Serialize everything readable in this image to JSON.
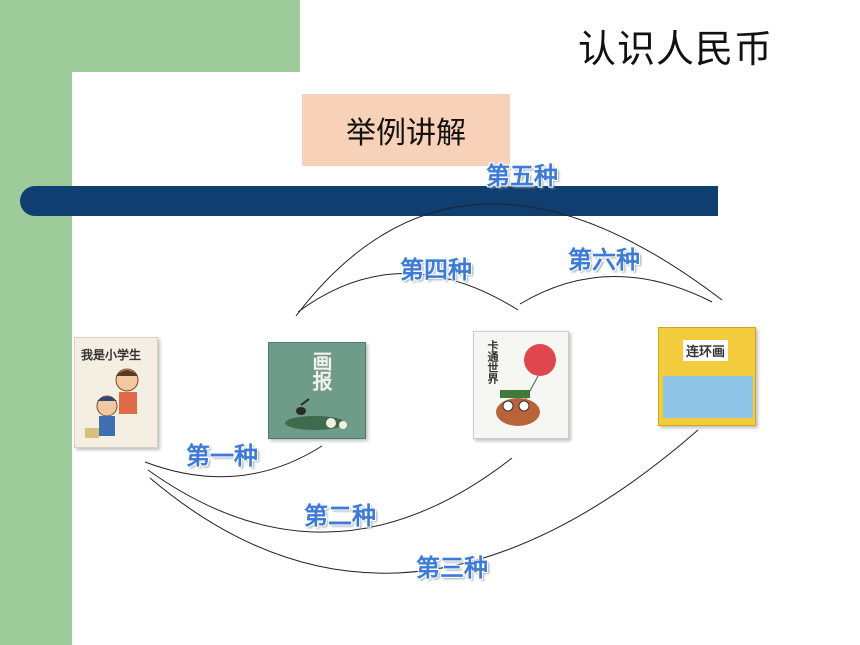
{
  "header": {
    "title": "认识人民币"
  },
  "section": {
    "label": "举例讲解"
  },
  "books": [
    {
      "title": "我是小学生",
      "icon": "children-illustration"
    },
    {
      "title": "画报",
      "icon": "bird-on-leaf-illustration"
    },
    {
      "title": "卡通世界",
      "icon": "balloon-cartoon-illustration"
    },
    {
      "title": "连环画",
      "icon": "comic-cover-illustration"
    }
  ],
  "combinations": {
    "one": "第一种",
    "two": "第二种",
    "three": "第三种",
    "four": "第四种",
    "five": "第五种",
    "six": "第六种"
  },
  "colors": {
    "green": "#9dcb9a",
    "bar": "#0f3f70",
    "label_bg": "#f8d2b8",
    "combo_text": "#3d7bd6"
  }
}
